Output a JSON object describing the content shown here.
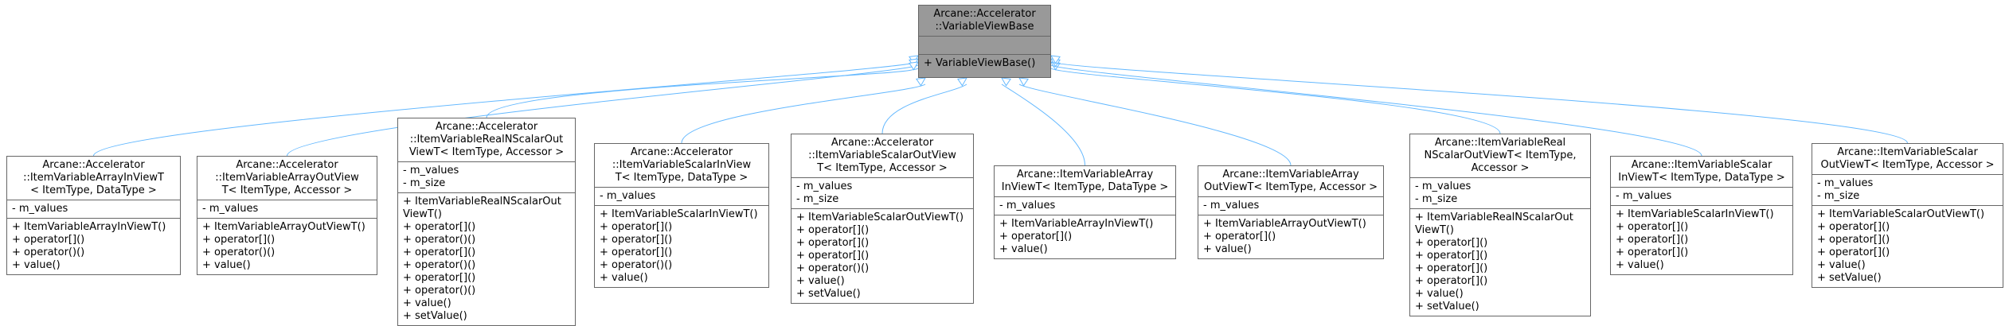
{
  "base": {
    "title": [
      "Arcane::Accelerator",
      "::VariableViewBase"
    ],
    "attributes": [],
    "methods": [
      "+ VariableViewBase()"
    ]
  },
  "classes": [
    {
      "title": [
        "Arcane::Accelerator",
        "::ItemVariableArrayInViewT",
        "< ItemType, DataType >"
      ],
      "attributes": [
        "- m_values"
      ],
      "methods": [
        "+ ItemVariableArrayInViewT()",
        "+ operator[]()",
        "+ operator()()",
        "+ value()"
      ]
    },
    {
      "title": [
        "Arcane::Accelerator",
        "::ItemVariableArrayOutView",
        "T< ItemType, Accessor >"
      ],
      "attributes": [
        "- m_values"
      ],
      "methods": [
        "+ ItemVariableArrayOutViewT()",
        "+ operator[]()",
        "+ operator()()",
        "+ value()"
      ]
    },
    {
      "title": [
        "Arcane::Accelerator",
        "::ItemVariableRealNScalarOut",
        "ViewT< ItemType, Accessor >"
      ],
      "attributes": [
        "- m_values",
        "- m_size"
      ],
      "methods": [
        "+ ItemVariableRealNScalarOut",
        "ViewT()",
        "+ operator[]()",
        "+ operator()()",
        "+ operator[]()",
        "+ operator()()",
        "+ operator[]()",
        "+ operator()()",
        "+ value()",
        "+ setValue()"
      ]
    },
    {
      "title": [
        "Arcane::Accelerator",
        "::ItemVariableScalarInView",
        "T< ItemType, DataType >"
      ],
      "attributes": [
        "- m_values"
      ],
      "methods": [
        "+ ItemVariableScalarInViewT()",
        "+ operator[]()",
        "+ operator[]()",
        "+ operator[]()",
        "+ operator()()",
        "+ value()"
      ]
    },
    {
      "title": [
        "Arcane::Accelerator",
        "::ItemVariableScalarOutView",
        "T< ItemType, Accessor >"
      ],
      "attributes": [
        "- m_values",
        "- m_size"
      ],
      "methods": [
        "+ ItemVariableScalarOutViewT()",
        "+ operator[]()",
        "+ operator[]()",
        "+ operator[]()",
        "+ operator()()",
        "+ value()",
        "+ setValue()"
      ]
    },
    {
      "title": [
        "Arcane::ItemVariableArray",
        "InViewT< ItemType, DataType >"
      ],
      "attributes": [
        "- m_values"
      ],
      "methods": [
        "+ ItemVariableArrayInViewT()",
        "+ operator[]()",
        "+ value()"
      ]
    },
    {
      "title": [
        "Arcane::ItemVariableArray",
        "OutViewT< ItemType, Accessor >"
      ],
      "attributes": [
        "- m_values"
      ],
      "methods": [
        "+ ItemVariableArrayOutViewT()",
        "+ operator[]()",
        "+ value()"
      ]
    },
    {
      "title": [
        "Arcane::ItemVariableReal",
        "NScalarOutViewT< ItemType,",
        "Accessor >"
      ],
      "attributes": [
        "- m_values",
        "- m_size"
      ],
      "methods": [
        "+ ItemVariableRealNScalarOut",
        "ViewT()",
        "+ operator[]()",
        "+ operator[]()",
        "+ operator[]()",
        "+ operator[]()",
        "+ value()",
        "+ setValue()"
      ]
    },
    {
      "title": [
        "Arcane::ItemVariableScalar",
        "InViewT< ItemType, DataType >"
      ],
      "attributes": [
        "- m_values"
      ],
      "methods": [
        "+ ItemVariableScalarInViewT()",
        "+ operator[]()",
        "+ operator[]()",
        "+ operator[]()",
        "+ value()"
      ]
    },
    {
      "title": [
        "Arcane::ItemVariableScalar",
        "OutViewT< ItemType, Accessor >"
      ],
      "attributes": [
        "- m_values",
        "- m_size"
      ],
      "methods": [
        "+ ItemVariableScalarOutViewT()",
        "+ operator[]()",
        "+ operator[]()",
        "+ operator[]()",
        "+ value()",
        "+ setValue()"
      ]
    }
  ],
  "colors": {
    "edge": "#63b8ff",
    "border": "#666666",
    "base_fill": "#999999"
  }
}
